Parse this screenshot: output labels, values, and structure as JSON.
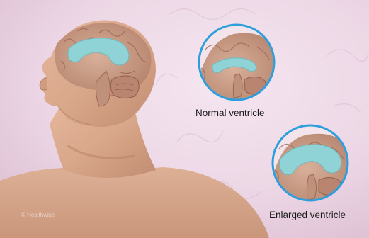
{
  "illustration": {
    "subject": "hydrocephalus-comparison",
    "background_color": "#ecd7e6",
    "skin_color": "#d9a98c",
    "brain_color": "#c99c83",
    "ventricle_color": "#8fd3d6",
    "inset_ring_color": "#2e9fdc"
  },
  "captions": {
    "normal": "Normal ventricle",
    "enlarged": "Enlarged ventricle"
  },
  "watermark": "© Healthwise"
}
